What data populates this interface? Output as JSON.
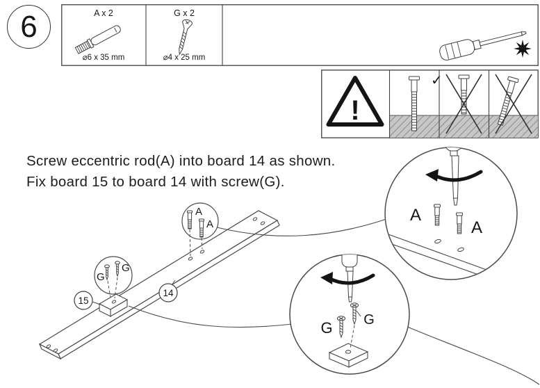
{
  "step": {
    "number": "6"
  },
  "parts_box": {
    "part_a": {
      "label": "A x 2",
      "dimension": "⌀6 x 35 mm"
    },
    "part_g": {
      "label": "G x 2",
      "dimension": "⌀4 x 25 mm"
    }
  },
  "warning": {
    "exclamation": "!",
    "check": "✓"
  },
  "instructions": {
    "line1": "Screw eccentric rod(A) into board 14 as shown.",
    "line2": "Fix board 15 to board 14 with screw(G)."
  },
  "labels": {
    "a": "A",
    "g": "G",
    "board14": "14",
    "board15": "15"
  },
  "colors": {
    "line_art": "#3f3f3f",
    "text": "#1d1d1d",
    "hatch_fill": "#c6c6c6"
  }
}
